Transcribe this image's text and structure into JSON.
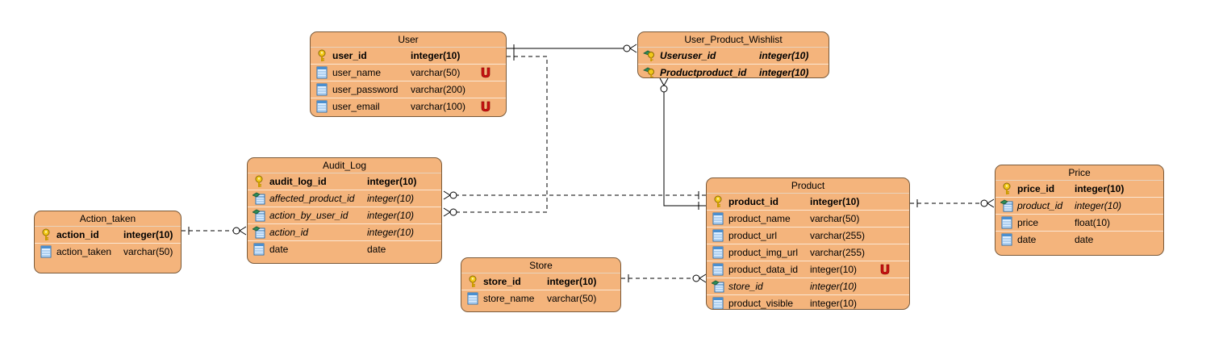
{
  "entities": {
    "user": {
      "title": "User",
      "columns": [
        {
          "name": "user_id",
          "type": "integer(10)",
          "key": "pk",
          "icon": "primary-key-icon"
        },
        {
          "name": "user_name",
          "type": "varchar(50)",
          "key": "",
          "icon": "column-icon",
          "unique": true
        },
        {
          "name": "user_password",
          "type": "varchar(200)",
          "key": "",
          "icon": "column-icon"
        },
        {
          "name": "user_email",
          "type": "varchar(100)",
          "key": "",
          "icon": "column-icon",
          "unique": true
        }
      ]
    },
    "wishlist": {
      "title": "User_Product_Wishlist",
      "columns": [
        {
          "name": "Useruser_id",
          "type": "integer(10)",
          "key": "pkfk",
          "icon": "primary-foreign-key-icon"
        },
        {
          "name": "Productproduct_id",
          "type": "integer(10)",
          "key": "pkfk",
          "icon": "primary-foreign-key-icon"
        }
      ]
    },
    "audit_log": {
      "title": "Audit_Log",
      "columns": [
        {
          "name": "audit_log_id",
          "type": "integer(10)",
          "key": "pk",
          "icon": "primary-key-icon"
        },
        {
          "name": "affected_product_id",
          "type": "integer(10)",
          "key": "fk",
          "icon": "foreign-key-icon"
        },
        {
          "name": "action_by_user_id",
          "type": "integer(10)",
          "key": "fk",
          "icon": "foreign-key-icon"
        },
        {
          "name": "action_id",
          "type": "integer(10)",
          "key": "fk",
          "icon": "foreign-key-icon"
        },
        {
          "name": "date",
          "type": "date",
          "key": "",
          "icon": "column-icon"
        }
      ]
    },
    "action_taken": {
      "title": "Action_taken",
      "columns": [
        {
          "name": "action_id",
          "type": "integer(10)",
          "key": "pk",
          "icon": "primary-key-icon"
        },
        {
          "name": "action_taken",
          "type": "varchar(50)",
          "key": "",
          "icon": "column-icon"
        }
      ]
    },
    "product": {
      "title": "Product",
      "columns": [
        {
          "name": "product_id",
          "type": "integer(10)",
          "key": "pk",
          "icon": "primary-key-icon"
        },
        {
          "name": "product_name",
          "type": "varchar(50)",
          "key": "",
          "icon": "column-icon"
        },
        {
          "name": "product_url",
          "type": "varchar(255)",
          "key": "",
          "icon": "column-icon"
        },
        {
          "name": "product_img_url",
          "type": "varchar(255)",
          "key": "",
          "icon": "column-icon"
        },
        {
          "name": "product_data_id",
          "type": "integer(10)",
          "key": "",
          "icon": "column-icon",
          "unique": true
        },
        {
          "name": "store_id",
          "type": "integer(10)",
          "key": "fk",
          "icon": "foreign-key-icon"
        },
        {
          "name": "product_visible",
          "type": "integer(10)",
          "key": "",
          "icon": "column-icon"
        }
      ]
    },
    "store": {
      "title": "Store",
      "columns": [
        {
          "name": "store_id",
          "type": "integer(10)",
          "key": "pk",
          "icon": "primary-key-icon"
        },
        {
          "name": "store_name",
          "type": "varchar(50)",
          "key": "",
          "icon": "column-icon"
        }
      ]
    },
    "price": {
      "title": "Price",
      "columns": [
        {
          "name": "price_id",
          "type": "integer(10)",
          "key": "pk",
          "icon": "primary-key-icon"
        },
        {
          "name": "product_id",
          "type": "integer(10)",
          "key": "fk",
          "icon": "foreign-key-icon"
        },
        {
          "name": "price",
          "type": "float(10)",
          "key": "",
          "icon": "column-icon"
        },
        {
          "name": "date",
          "type": "date",
          "key": "",
          "icon": "column-icon"
        }
      ]
    }
  },
  "relationships": [
    {
      "from": "User.user_id",
      "to": "User_Product_Wishlist.Useruser_id",
      "style": "identifying"
    },
    {
      "from": "Product.product_id",
      "to": "User_Product_Wishlist.Productproduct_id",
      "style": "identifying"
    },
    {
      "from": "User.user_id",
      "to": "Audit_Log.action_by_user_id",
      "style": "non-identifying"
    },
    {
      "from": "Product.product_id",
      "to": "Audit_Log.affected_product_id",
      "style": "non-identifying"
    },
    {
      "from": "Action_taken.action_id",
      "to": "Audit_Log.action_id",
      "style": "non-identifying"
    },
    {
      "from": "Store.store_id",
      "to": "Product.store_id",
      "style": "non-identifying"
    },
    {
      "from": "Product.product_id",
      "to": "Price.product_id",
      "style": "non-identifying"
    }
  ],
  "colors": {
    "entity_fill": "#f4b47c",
    "entity_border": "#7a5a3a",
    "unique_marker": "#cc1111",
    "line": "#000000"
  }
}
